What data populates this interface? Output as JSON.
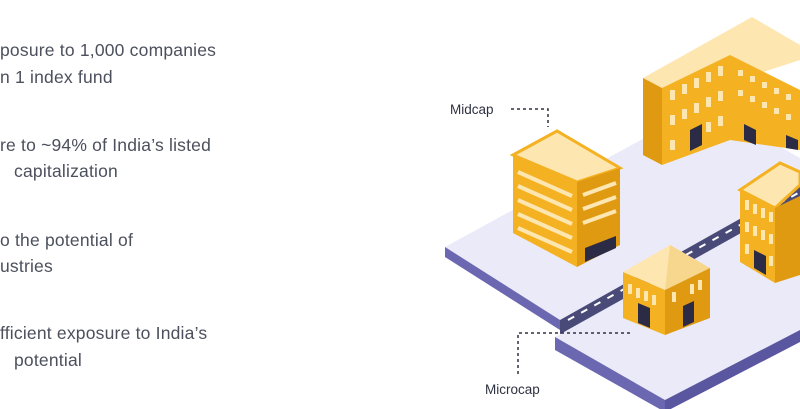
{
  "benefits": [
    {
      "line1": "posure to 1,000 companies",
      "line2": "n 1 index fund"
    },
    {
      "line1": "re to ~94% of India’s listed",
      "line2": "capitalization"
    },
    {
      "line1": "o the potential of",
      "line2": "ustries"
    },
    {
      "line1": "fficient exposure to India’s",
      "line2": "potential"
    }
  ],
  "illustration": {
    "midcap_label": "Midcap",
    "microcap_label": "Microcap"
  },
  "colors": {
    "building": "#f4b223",
    "roof": "#fde6b0",
    "platform": "#ebeaf8",
    "platform_side": "#6b67b0",
    "road": "#4a4a78",
    "door": "#2b2b45"
  }
}
